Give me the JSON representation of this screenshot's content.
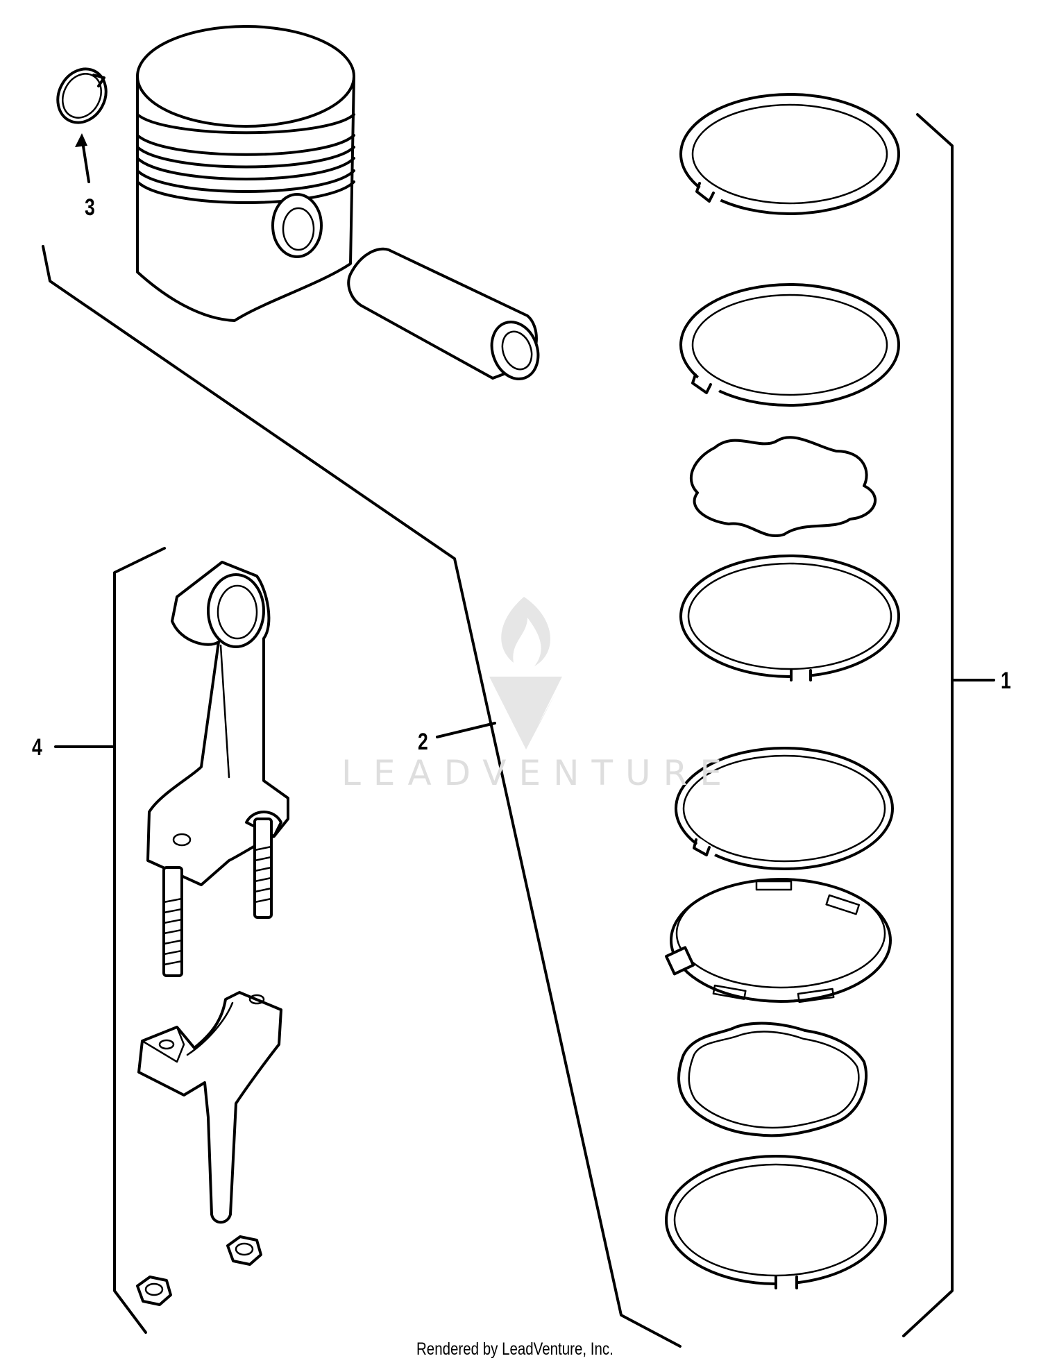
{
  "callouts": {
    "ring_set": "1",
    "piston_assembly": "2",
    "retainer": "3",
    "connecting_rod": "4"
  },
  "watermark": {
    "text": "LEADVENTURE"
  },
  "footer": {
    "credit": "Rendered by LeadVenture, Inc."
  }
}
